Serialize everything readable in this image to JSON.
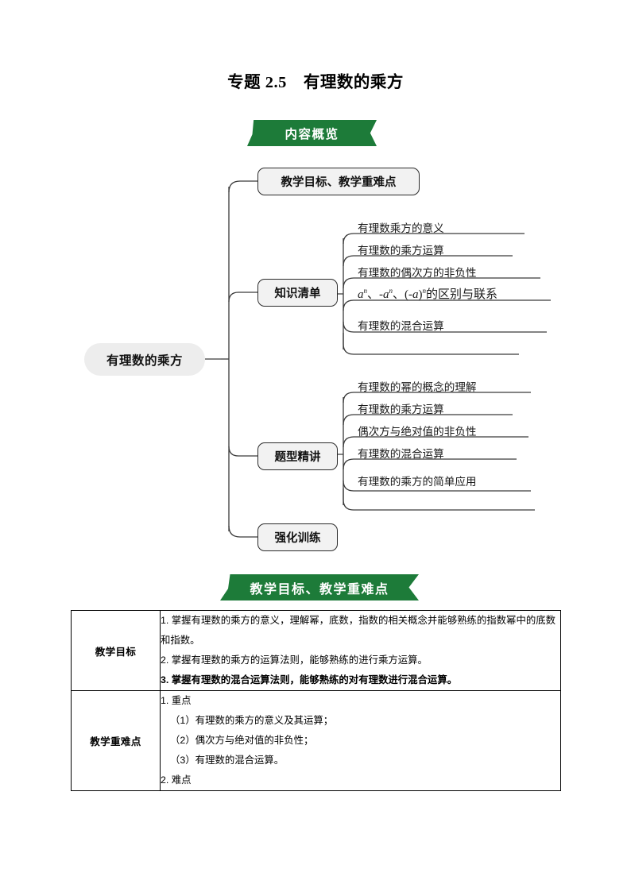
{
  "document": {
    "title": "专题 2.5　有理数的乘方"
  },
  "banners": {
    "overview": "内容概览",
    "objectives": "教学目标、教学重难点"
  },
  "mindmap": {
    "root": "有理数的乘方",
    "branches": [
      {
        "label": "教学目标、教学重难点",
        "leaves": []
      },
      {
        "label": "知识清单",
        "leaves": [
          "有理数乘方的意义",
          "有理数的乘方运算",
          "有理数的偶次方的非负性",
          "MATH_ITEM",
          "有理数的混合运算"
        ]
      },
      {
        "label": "题型精讲",
        "leaves": [
          "有理数的幂的概念的理解",
          "有理数的乘方运算",
          "偶次方与绝对值的非负性",
          "有理数的混合运算",
          "有理数的乘方的简单应用"
        ]
      },
      {
        "label": "强化训练",
        "leaves": []
      }
    ],
    "math_leaf": {
      "base1": "a",
      "exp1": "n",
      "sep1": "、-",
      "base2": "a",
      "exp2": "n",
      "sep2": "、(-",
      "base3": "a",
      "close": ")",
      "exp3": "n",
      "tail": "的区别与联系"
    }
  },
  "objectives_table": {
    "rows": [
      {
        "label": "教学目标",
        "lines": [
          {
            "text": "1. 掌握有理数的乘方的意义，理解幂，底数，指数的相关概念并能够熟练的指数幂中的底数和指数。",
            "bold": false
          },
          {
            "text": "2. 掌握有理数的乘方的运算法则，能够熟练的进行乘方运算。",
            "bold": false
          },
          {
            "text": "3. 掌握有理数的混合运算法则，能够熟练的对有理数进行混合运算。",
            "bold": true
          }
        ]
      },
      {
        "label": "教学重难点",
        "lines": [
          {
            "text": "1. 重点",
            "bold": false
          },
          {
            "text": "（1）有理数的乘方的意义及其运算；",
            "bold": false,
            "indent": true
          },
          {
            "text": "（2）偶次方与绝对值的非负性；",
            "bold": false,
            "indent": true
          },
          {
            "text": "（3）有理数的混合运算。",
            "bold": false,
            "indent": true
          },
          {
            "text": "2. 难点",
            "bold": false
          }
        ]
      }
    ]
  },
  "colors": {
    "banner_green": "#1d7b39",
    "node_fill": "#f2f2f2",
    "root_fill": "#ededed",
    "line": "#3a3a3a"
  }
}
